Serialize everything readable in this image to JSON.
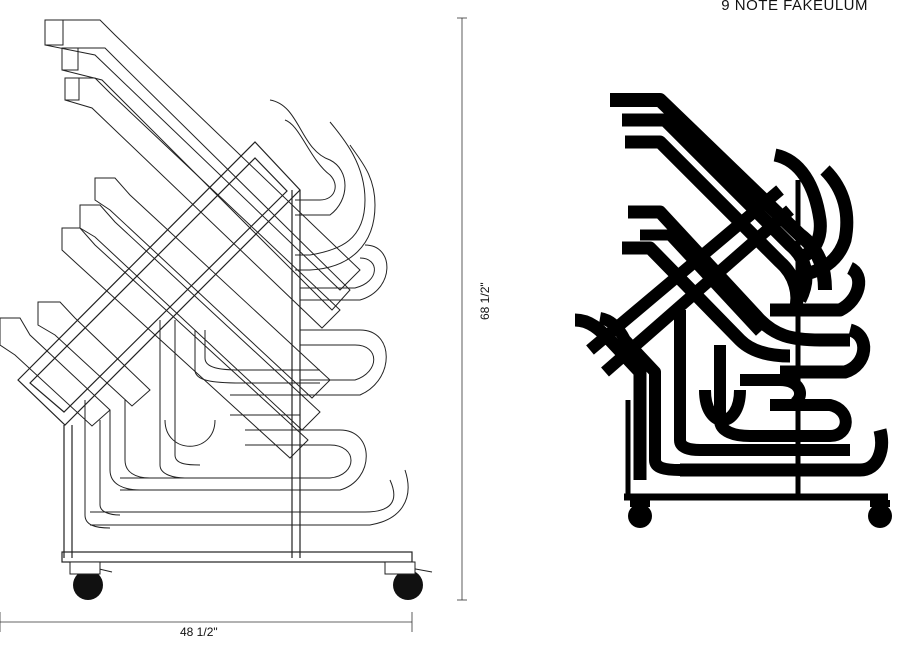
{
  "title": "9 NOTE FAKEULUM",
  "dimensions": {
    "width": "48 1/2\"",
    "height": "68 1/2\""
  },
  "colors": {
    "line": "#222222",
    "fill": "#000000",
    "background": "#ffffff"
  }
}
